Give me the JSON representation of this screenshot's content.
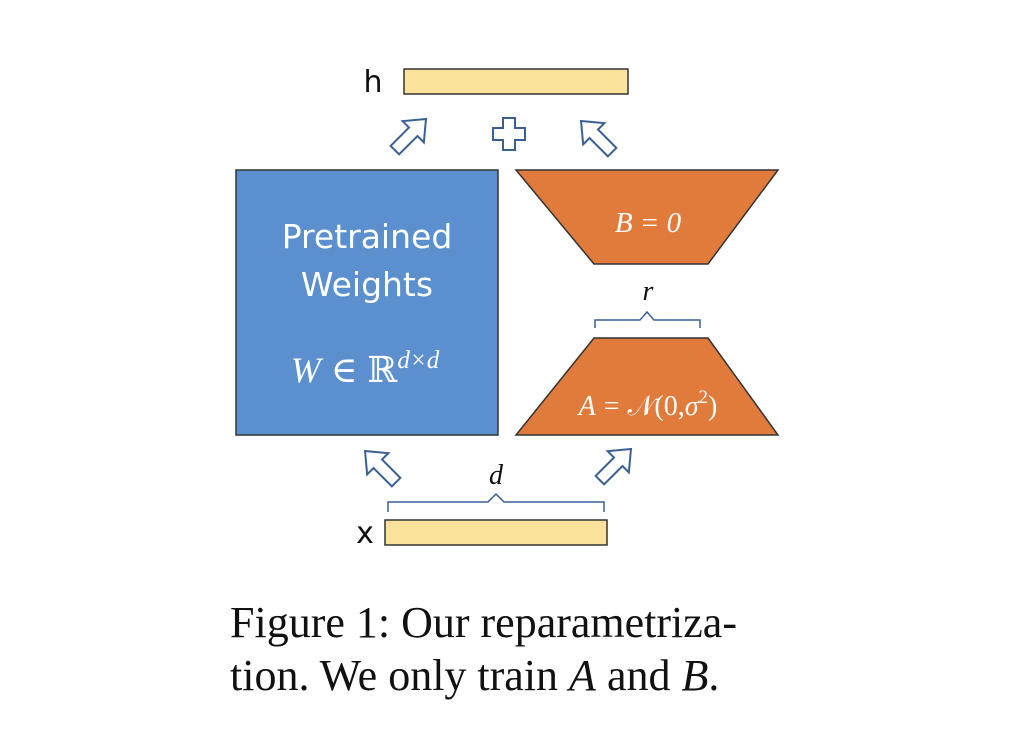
{
  "diagram": {
    "output_label": "h",
    "input_label": "x",
    "pretrained_line1": "Pretrained",
    "pretrained_line2": "Weights",
    "weight_W": "W",
    "weight_in": "∈",
    "weight_R": "ℝ",
    "weight_sup": "d×d",
    "B_label": "B = 0",
    "A_var": "A",
    "A_eq": "=",
    "A_N": "𝒩",
    "A_open": "(0,",
    "A_sigma": "σ",
    "A_sup": "2",
    "A_close": ")",
    "r_label": "r",
    "d_label": "d"
  },
  "caption": {
    "line1": "Figure 1: Our reparametriza-",
    "line2_text": "tion. We only train",
    "line2_A": "A",
    "line2_and": "and",
    "line2_B": "B",
    "line2_end": "."
  },
  "colors": {
    "vector_fill": "#fbe29a",
    "vector_stroke": "#333333",
    "pretrained_fill": "#5b8fce",
    "adapter_fill": "#e07b3c",
    "outline_stroke": "#3a5f95",
    "arrow_stroke": "#3a5f95"
  }
}
